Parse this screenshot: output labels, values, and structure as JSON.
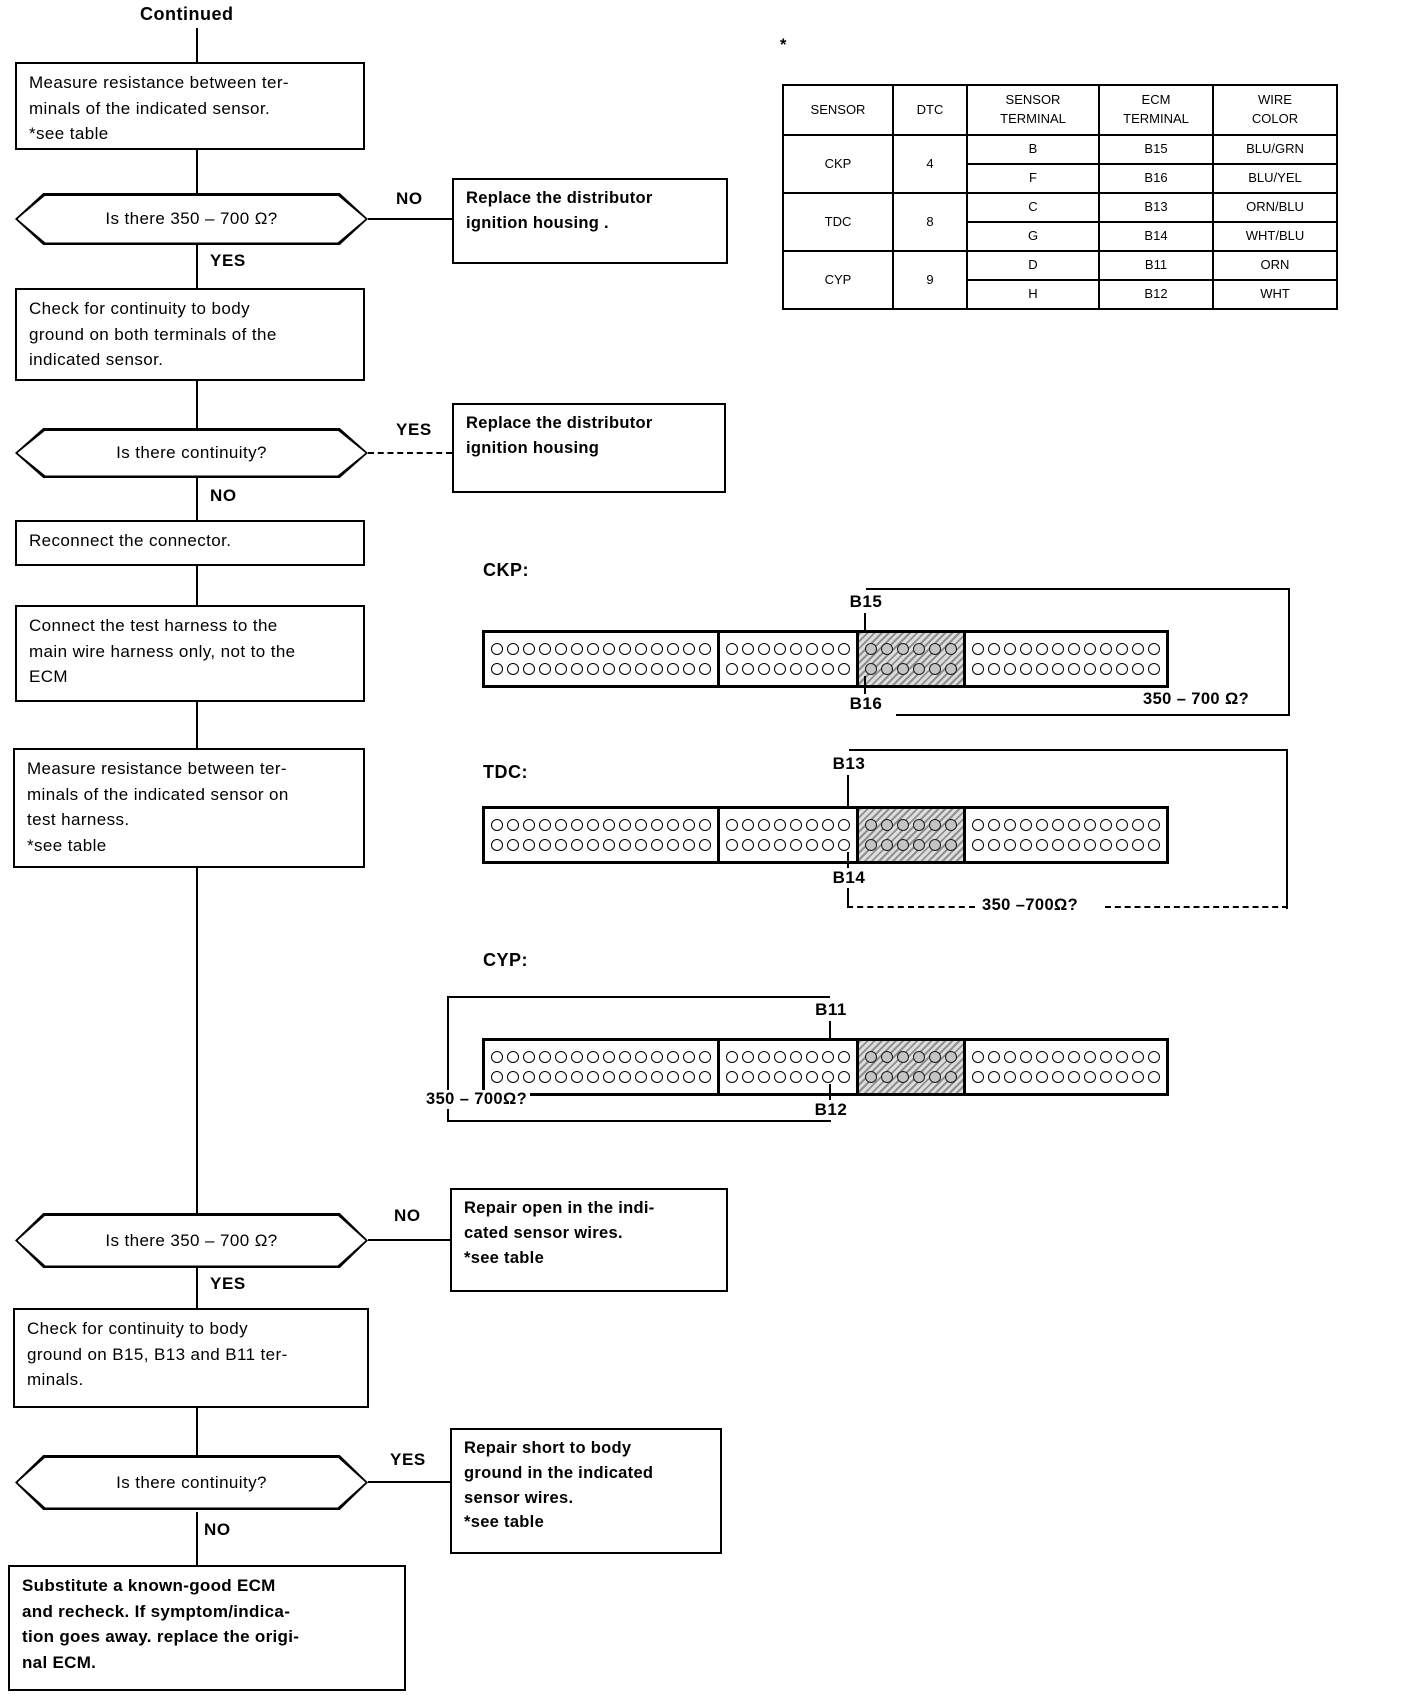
{
  "page": {
    "continued": "Continued",
    "asterisk": "*"
  },
  "edge": {
    "yes": "YES",
    "no": "NO"
  },
  "boxes": {
    "measure1": "Measure resistance between ter-\nminals of the indicated sensor.\n*see table",
    "check_ground": "Check for continuity to body\nground on both terminals of the\nindicated sensor.",
    "reconnect": "Reconnect the connector.",
    "connect_harness": "Connect the test harness to the\nmain wire harness only, not to the\nECM",
    "measure2": "Measure resistance between ter-\nminals of the indicated sensor on\ntest harness.\n*see table",
    "check_ground2": "Check for continuity to body\nground on B15, B13 and B11 ter-\nminals.",
    "substitute": "Substitute a known-good ECM\nand recheck. If symptom/indica-\ntion goes away. replace the origi-\nnal ECM."
  },
  "decisions": {
    "d1": "Is there 350 – 700 Ω?",
    "d2": "Is there continuity?",
    "d3": "Is there 350 – 700 Ω?",
    "d4": "Is there continuity?"
  },
  "actions": {
    "replace1": "Replace the distributor\nignition housing .",
    "replace2": "Replace the distributor\nignition housing",
    "repair_open": "Repair open in the indi-\ncated sensor wires.\n*see table",
    "repair_short": "Repair short to body\nground in the indicated\nsensor wires.\n*see table"
  },
  "table": {
    "headers": [
      "SENSOR",
      "DTC",
      "SENSOR\nTERMINAL",
      "ECM\nTERMINAL",
      "WIRE\nCOLOR"
    ],
    "groups": [
      {
        "sensor": "CKP",
        "dtc": "4",
        "rows": [
          {
            "t": "B",
            "e": "B15",
            "w": "BLU/GRN"
          },
          {
            "t": "F",
            "e": "B16",
            "w": "BLU/YEL"
          }
        ]
      },
      {
        "sensor": "TDC",
        "dtc": "8",
        "rows": [
          {
            "t": "C",
            "e": "B13",
            "w": "ORN/BLU"
          },
          {
            "t": "G",
            "e": "B14",
            "w": "WHT/BLU"
          }
        ]
      },
      {
        "sensor": "CYP",
        "dtc": "9",
        "rows": [
          {
            "t": "D",
            "e": "B11",
            "w": "ORN"
          },
          {
            "t": "H",
            "e": "B12",
            "w": "WHT"
          }
        ]
      }
    ]
  },
  "connectors": {
    "sections": [
      {
        "pins": 14,
        "shaded": false
      },
      {
        "pins": 8,
        "shaded": false
      },
      {
        "pins": 6,
        "shaded": true
      },
      {
        "pins": 12,
        "shaded": false
      }
    ],
    "ckp": {
      "title": "CKP:",
      "top": "B15",
      "bottom": "B16",
      "range": "350 – 700 Ω?"
    },
    "tdc": {
      "title": "TDC:",
      "top": "B13",
      "bottom": "B14",
      "range": "350 –700Ω?"
    },
    "cyp": {
      "title": "CYP:",
      "top": "B11",
      "bottom": "B12",
      "range": "350 – 700Ω?"
    }
  }
}
